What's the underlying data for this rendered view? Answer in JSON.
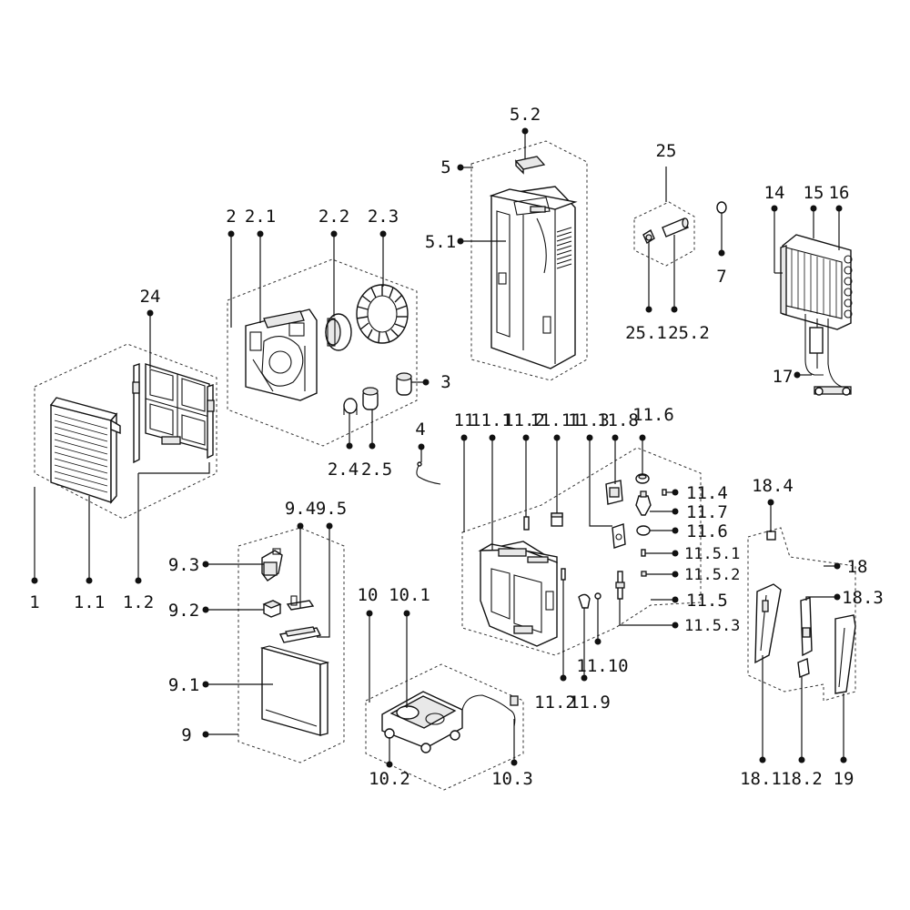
{
  "diagram": {
    "labels": {
      "p1": "1",
      "p1_1": "1.1",
      "p1_2": "1.2",
      "p2": "2",
      "p2_1": "2.1",
      "p2_2": "2.2",
      "p2_3": "2.3",
      "p2_4": "2.4",
      "p2_5": "2.5",
      "p3": "3",
      "p4": "4",
      "p5": "5",
      "p5_1": "5.1",
      "p5_2": "5.2",
      "p7": "7",
      "p9": "9",
      "p9_1": "9.1",
      "p9_2": "9.2",
      "p9_3": "9.3",
      "p9_4": "9.4",
      "p9_5": "9.5",
      "p10": "10",
      "p10_1": "10.1",
      "p10_2": "10.2",
      "p10_3": "10.3",
      "p11": "11",
      "p11_1": "11.1",
      "p11_2a": "11.2",
      "p11_11": "11.11",
      "p11_3": "11.3",
      "p11_8": "11.8",
      "p11_6a": "11.6",
      "p11_4": "11.4",
      "p11_7": "11.7",
      "p11_6b": "11.6",
      "p11_5_1": "11.5.1",
      "p11_5_2": "11.5.2",
      "p11_5": "11.5",
      "p11_5_3": "11.5.3",
      "p11_10": "11.10",
      "p11_2b": "11.2",
      "p11_9": "11.9",
      "p14": "14",
      "p15": "15",
      "p16": "16",
      "p17": "17",
      "p18": "18",
      "p18_1": "18.1",
      "p18_2": "18.2",
      "p18_3": "18.3",
      "p18_4": "18.4",
      "p19": "19",
      "p24": "24",
      "p25": "25",
      "p25_1": "25.1",
      "p25_2": "25.2"
    }
  }
}
